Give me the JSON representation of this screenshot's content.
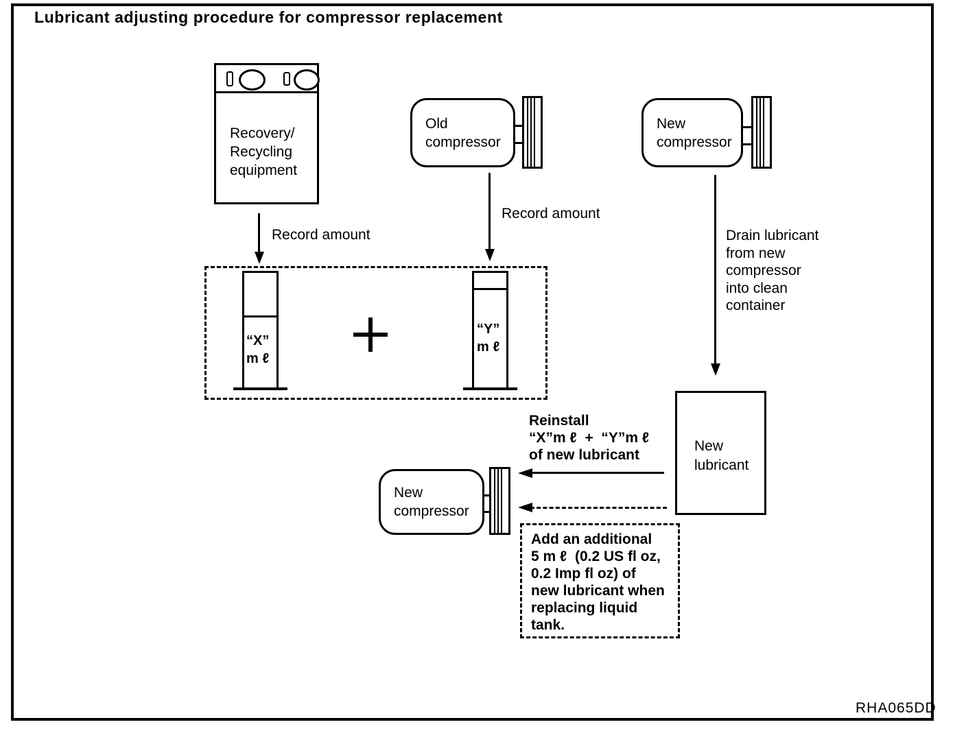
{
  "title": "Lubricant adjusting procedure for compressor replacement",
  "figure_code": "RHA065DD",
  "colors": {
    "ink": "#000000",
    "paper": "#ffffff"
  },
  "boxes": {
    "recovery": {
      "label": "Recovery/\nRecycling\nequipment"
    },
    "old_compressor": {
      "label": "Old\ncompressor"
    },
    "new_compressor_top": {
      "label": "New\ncompressor"
    },
    "new_lubricant": {
      "label": "New\nlubricant"
    },
    "new_compressor_bottom": {
      "label": "New\ncompressor"
    }
  },
  "cylinders": {
    "x": {
      "label": "“X”\nm ℓ"
    },
    "y": {
      "label": "“Y”\nm ℓ"
    }
  },
  "plus_sign": "+",
  "arrows": {
    "record_amount_1": "Record amount",
    "record_amount_2": "Record amount",
    "drain": "Drain lubricant\nfrom new\ncompressor\ninto clean\ncontainer",
    "reinstall": "Reinstall\n“X”m ℓ  +  “Y”m ℓ\nof new lubricant"
  },
  "notes": {
    "add_additional": "Add an additional\n5 m ℓ  (0.2 US fl oz,\n0.2 Imp fl oz) of\nnew lubricant when\nreplacing liquid\ntank."
  }
}
